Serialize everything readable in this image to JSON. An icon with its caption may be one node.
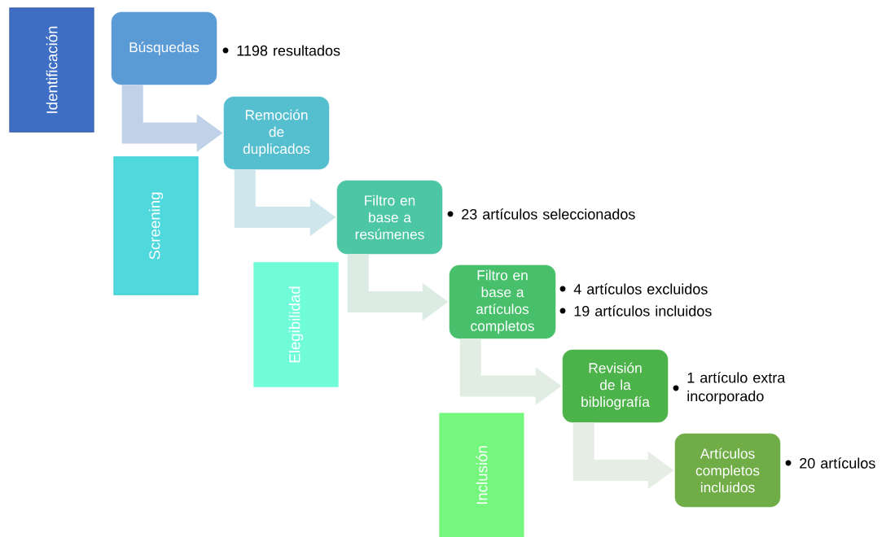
{
  "diagram": {
    "nodes": [
      {
        "text": [
          "Identificación"
        ]
      },
      {
        "text": [
          "Búsquedas"
        ],
        "beside": [
          "1198 resultados"
        ]
      },
      {
        "text": [
          "Remoción de duplicados"
        ]
      },
      {
        "text": [
          "Screening"
        ]
      },
      {
        "text": [
          "Filtro en base a resúmenes"
        ],
        "beside": [
          "23  artículos seleccionados"
        ]
      },
      {
        "text": [
          "Elegibilidad"
        ]
      },
      {
        "text": [
          "Filtro en base a artículos completos"
        ],
        "beside": [
          "4 artículos excluidos",
          "19 artículos incluidos"
        ]
      },
      {
        "text": [
          "Revisión de la bibliografía"
        ],
        "beside": [
          "1 artículo extra incorporado"
        ]
      },
      {
        "text": [
          "Inclusión"
        ]
      },
      {
        "text": [
          "Artículos completos incluidos"
        ],
        "beside": [
          "20 artículos"
        ]
      }
    ],
    "edges": [
      {
        "from": 1,
        "to": 2,
        "arrow": "to",
        "color": "#bfd2e8"
      },
      {
        "from": 2,
        "to": 4,
        "arrow": "to",
        "color": "#cfe6ec"
      },
      {
        "from": 4,
        "to": 6,
        "arrow": "to",
        "color": "#dcece4"
      },
      {
        "from": 6,
        "to": 7,
        "arrow": "to",
        "color": "#e1ede3"
      },
      {
        "from": 7,
        "to": 9,
        "arrow": "to",
        "color": "#e6ede4"
      }
    ]
  }
}
